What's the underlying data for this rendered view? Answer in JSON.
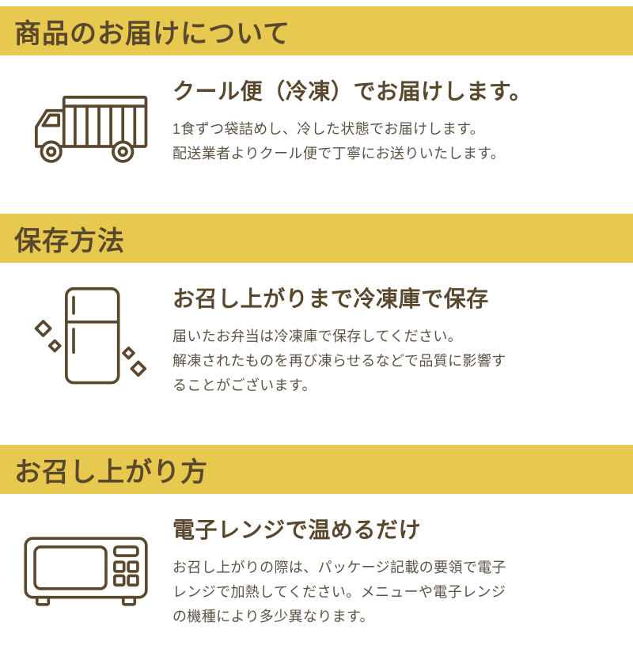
{
  "page": {
    "accent_color": "#e7c94f",
    "heading_color": "#5a482e",
    "body_color": "#5c5345",
    "background_color": "#ffffff"
  },
  "sections": [
    {
      "band_title": "商品のお届けについて",
      "icon": "truck-icon",
      "heading": "クール便（冷凍）でお届けします。",
      "body": "1食ずつ袋詰めし、冷した状態でお届けします。\n配送業者よりクール便で丁寧にお送りいたします。"
    },
    {
      "band_title": "保存方法",
      "icon": "fridge-icon",
      "heading": "お召し上がりまで冷凍庫で保存",
      "body": "届いたお弁当は冷凍庫で保存してください。\n解凍されたものを再び凍らせるなどで品質に影響す\nることがございます。"
    },
    {
      "band_title": "お召し上がり方",
      "icon": "microwave-icon",
      "heading": "電子レンジで温めるだけ",
      "body": "お召し上がりの際は、パッケージ記載の要領で電子\nレンジで加熱してください。メニューや電子レンジ\nの機種により多少異なります。"
    }
  ]
}
